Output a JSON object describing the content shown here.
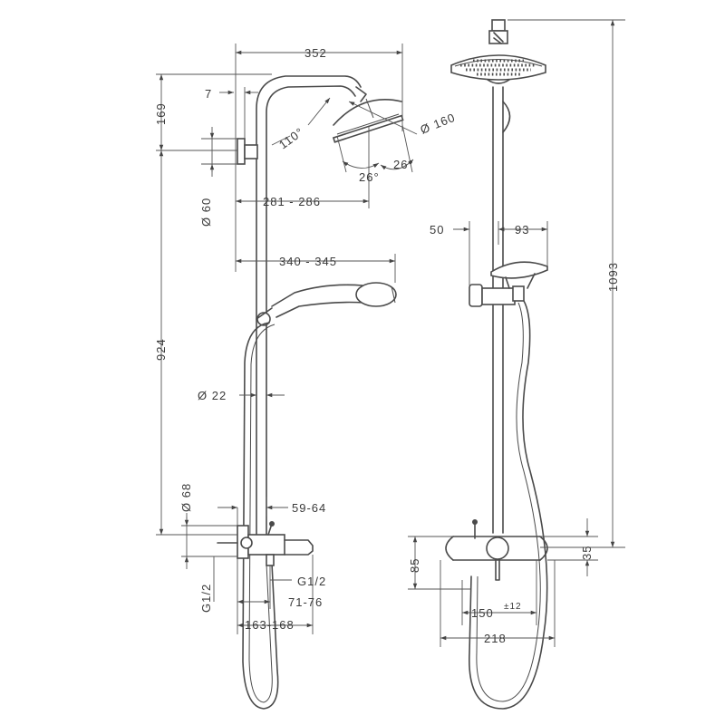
{
  "side_view": {
    "d_352": "352",
    "d_7": "7",
    "d_169": "169",
    "d_110": "110°",
    "d_160": "Ø 160",
    "d_26a": "26°",
    "d_26b": "26°",
    "d_60": "Ø 60",
    "d_281": "281 - 286",
    "d_340": "340 - 345",
    "d_924": "924",
    "d_22": "Ø 22",
    "d_68": "Ø 68",
    "d_5964": "59-64",
    "d_g12_right": "G1/2",
    "d_g12_left": "G1/2",
    "d_7176": "71-76",
    "d_163": "163-168"
  },
  "front_view": {
    "d_50": "50",
    "d_93": "93",
    "d_1093": "1093",
    "d_85": "85",
    "d_35": "35",
    "d_150": "150",
    "d_150_tol": "±12",
    "d_218": "218"
  }
}
